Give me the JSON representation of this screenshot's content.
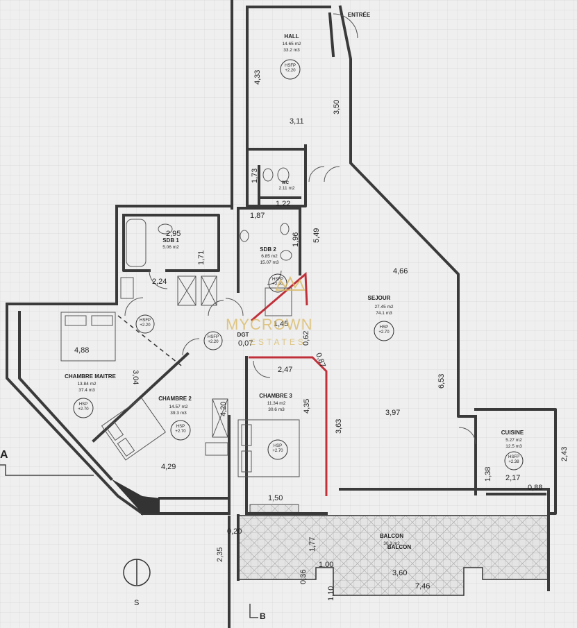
{
  "plan": {
    "colors": {
      "wall": "#3a3a3a",
      "grid": "#d8d8d8",
      "red_wall": "#c0303a",
      "watermark": "#d9b860"
    },
    "rooms": [
      {
        "key": "hall",
        "name": "HALL",
        "surface": "14.65 m2",
        "volume": "33.2 m3",
        "height": "HSFP\n+2.20"
      },
      {
        "key": "entree",
        "name": "ENTRÉE"
      },
      {
        "key": "wc",
        "name": "WC",
        "surface": "2.11 m2"
      },
      {
        "key": "sdb1",
        "name": "SDB 1",
        "surface": "5.06 m2"
      },
      {
        "key": "sdb2",
        "name": "SDB 2",
        "surface": "6.85 m2",
        "volume": "15.07 m3",
        "height": "HSFP\n+2.20"
      },
      {
        "key": "sejour",
        "name": "SEJOUR",
        "surface": "27.45 m2",
        "volume": "74.1 m3",
        "height": "HSP\n+2.70"
      },
      {
        "key": "dgt",
        "name": "DGT",
        "height": "HSFP\n+2.20"
      },
      {
        "key": "master",
        "name": "CHAMBRE MAITRE",
        "surface": "13.84 m2",
        "volume": "37.4 m3",
        "height": "HSP\n+2.70"
      },
      {
        "key": "ch2",
        "name": "CHAMBRE 2",
        "surface": "14.57 m2",
        "volume": "39.3 m3",
        "height": "HSP\n+2.70"
      },
      {
        "key": "ch3",
        "name": "CHAMBRE 3",
        "surface": "11.34 m2",
        "volume": "30.6 m3",
        "height": "HSP\n+2.70"
      },
      {
        "key": "cuisine",
        "name": "CUISINE",
        "surface": "5.27 m2",
        "volume": "12.5 m3",
        "height": "HSFP\n+2.38"
      },
      {
        "key": "balcon",
        "name": "BALCON",
        "surface": "30.1 m2",
        "sub": "BALCON"
      },
      {
        "key": "hsfp_corr",
        "height": "HSFP\n+2.20"
      }
    ],
    "dimensions": [
      "4,33",
      "3,50",
      "3,11",
      "1,73",
      "1,22",
      "1,87",
      "2,95",
      "1,71",
      "1,96",
      "5,49",
      "2,24",
      "4,66",
      "4,88",
      "3,04",
      "1,45",
      "0,07",
      "0,62",
      "0,87",
      "2,47",
      "4,35",
      "3,63",
      "3,97",
      "6,53",
      "4,20",
      "4,29",
      "1,50",
      "2,43",
      "1,38",
      "2,17",
      "0,88",
      "0,20",
      "2,35",
      "1,77",
      "1,00",
      "0,36",
      "1,10",
      "3,60",
      "7,46"
    ],
    "markers": {
      "section_a": "A",
      "section_b": "B",
      "compass": "S"
    },
    "watermark": {
      "brand": "MYCROWN",
      "tagline": "ESTATES"
    }
  }
}
